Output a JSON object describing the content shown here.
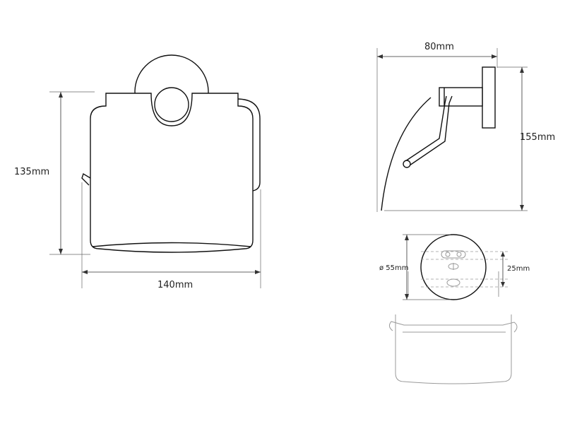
{
  "front_view": {
    "height_label": "135mm",
    "width_label": "140mm"
  },
  "side_view": {
    "depth_label": "80mm",
    "height_label": "155mm"
  },
  "mount_view": {
    "diameter_label": "ø 55mm",
    "offset_label": "25mm"
  },
  "colors": {
    "line": "#111111",
    "dimension": "#333333",
    "faint": "#9a9a9a",
    "background": "#ffffff"
  }
}
